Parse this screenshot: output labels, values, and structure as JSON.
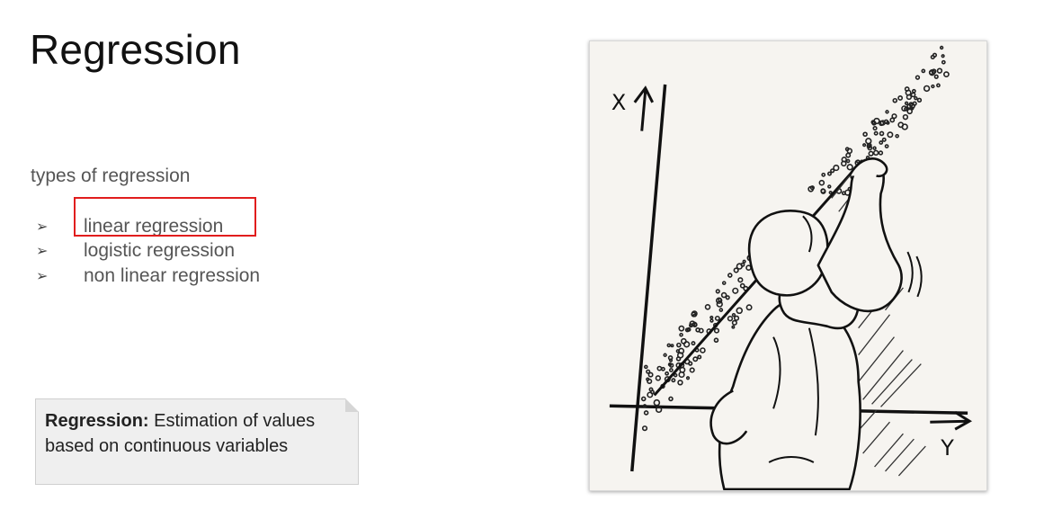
{
  "slide": {
    "title": "Regression",
    "subtitle": "types of regression",
    "bullets": [
      {
        "marker": "➢",
        "text": "linear regression"
      },
      {
        "marker": "➢",
        "text": "logistic regression"
      },
      {
        "marker": "➢",
        "text": "non linear regression"
      }
    ],
    "callout": {
      "term": "Regression:",
      "definition": " Estimation of values based on continuous variables"
    },
    "illustration": {
      "x_axis_label": "X",
      "y_axis_label": "Y"
    }
  },
  "colors": {
    "highlight": "#e11d1d",
    "callout_bg": "#efefef",
    "text": "#555555"
  }
}
